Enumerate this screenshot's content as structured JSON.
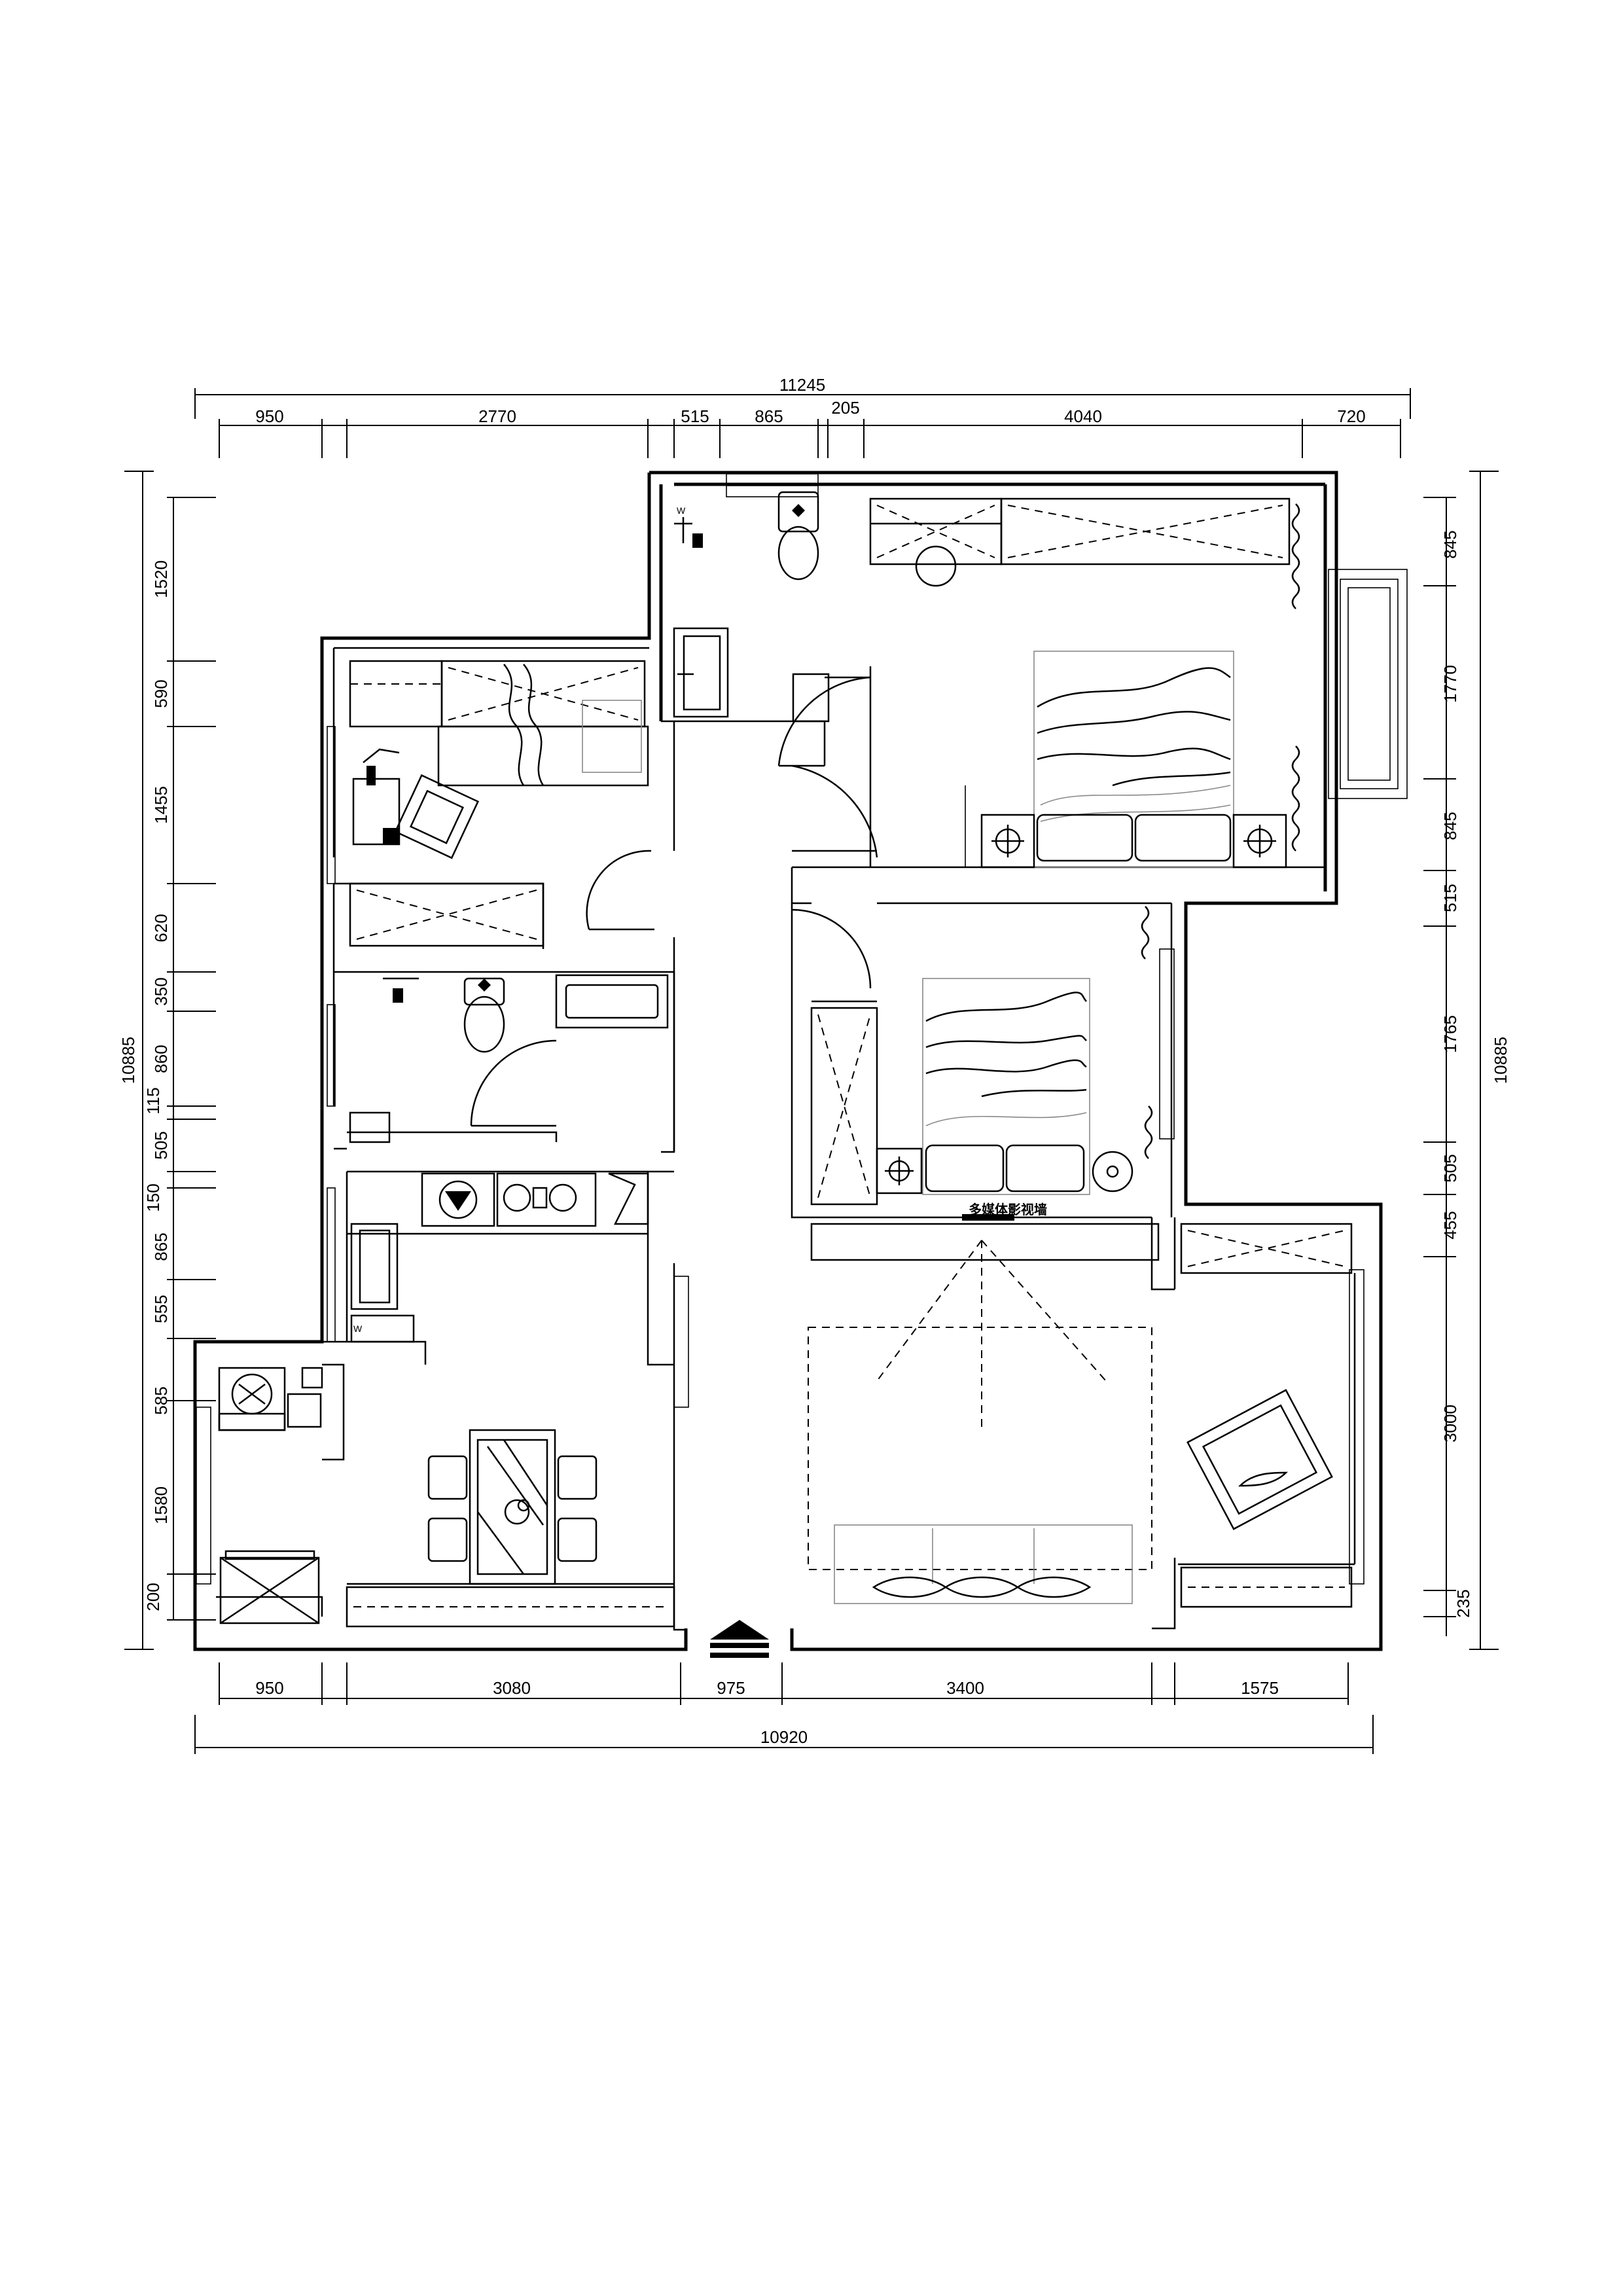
{
  "dimensions": {
    "top_overall": "11245",
    "top_segments": [
      "950",
      "2770",
      "515",
      "865",
      "205",
      "4040",
      "720"
    ],
    "bottom_overall": "10920",
    "bottom_segments": [
      "950",
      "3080",
      "975",
      "3400",
      "1575"
    ],
    "left_overall": "10885",
    "left_segments": [
      "1520",
      "590",
      "1455",
      "620",
      "350",
      "860",
      "115",
      "505",
      "150",
      "865",
      "555",
      "585",
      "1580",
      "200"
    ],
    "right_overall": "10885",
    "right_segments": [
      "845",
      "1770",
      "845",
      "515",
      "1765",
      "505",
      "455",
      "3000",
      "235"
    ]
  },
  "annotations": {
    "tv_cabinet_label": "多媒体影视墙",
    "washer_mark": "W"
  }
}
